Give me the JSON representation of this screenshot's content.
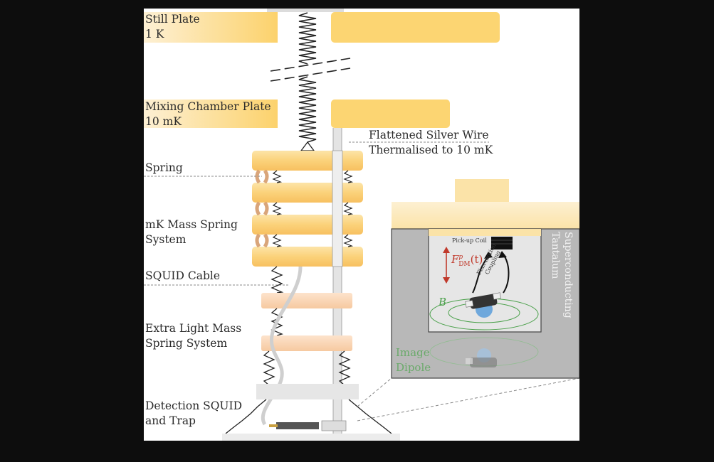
{
  "labels": {
    "still_plate_1": "Still Plate",
    "still_plate_2": "1 K",
    "mixing_plate_1": "Mixing Chamber Plate",
    "mixing_plate_2": "10 mK",
    "silver_wire_1": "Flattened Silver Wire",
    "silver_wire_2": "Thermalised to 10 mK",
    "spring": "Spring",
    "mk_mass_1": "mK Mass Spring",
    "mk_mass_2": "System",
    "squid_cable": "SQUID Cable",
    "extra_light_1": "Extra Light Mass",
    "extra_light_2": "Spring System",
    "detection_1": "Detection SQUID",
    "detection_2": "and Trap"
  },
  "inset": {
    "pickup_coil": "Pick-up Coil",
    "force_main": "F",
    "force_sup": "p",
    "force_sub": "DM",
    "force_arg": "(t)",
    "flux_motion_1": "Flux-motion",
    "flux_motion_2": "Coupling",
    "field": "B",
    "tantalum_1": "Superconducting",
    "tantalum_2": "Tantalum",
    "image_1": "Image",
    "image_2": "Dipole"
  },
  "colors": {
    "plate_gold": "#fcd67a",
    "plate_light": "#fdeecf",
    "tantalum_grey": "#b3b3b3",
    "field_green": "#4aa04a",
    "force_red": "#c0392b",
    "dipole_blue": "#6fa8dc",
    "ring_copper": "#d9a57a"
  }
}
